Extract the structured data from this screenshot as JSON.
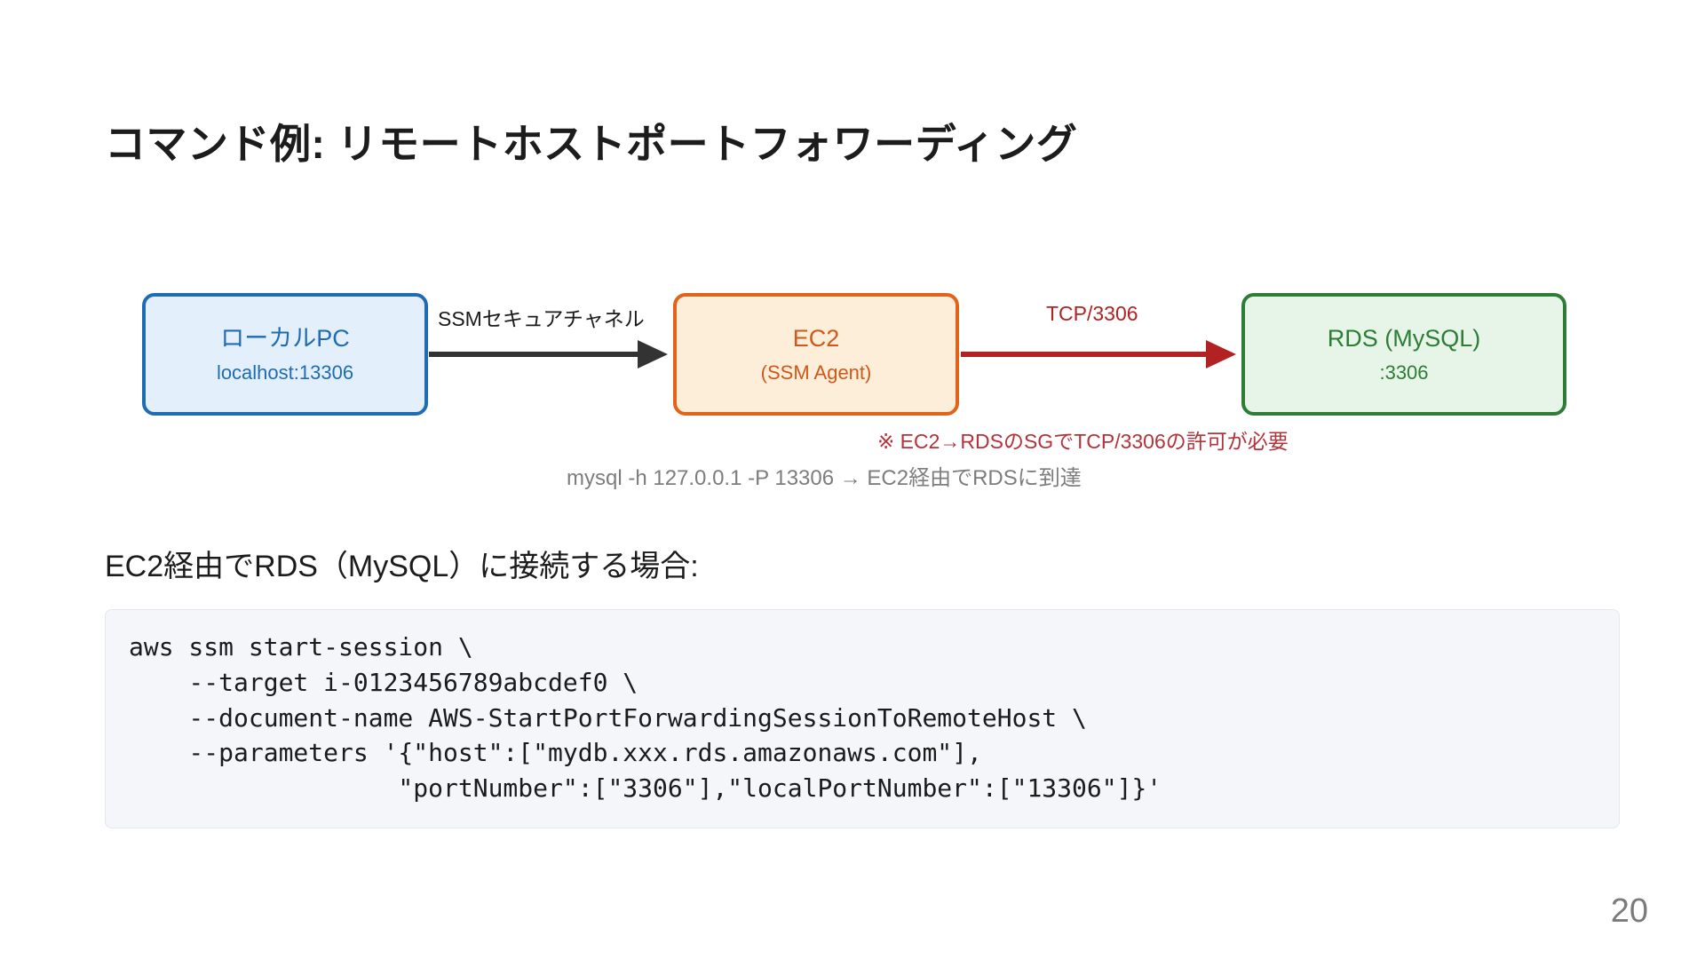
{
  "slide": {
    "title": "コマンド例: リモートホストポートフォワーディング",
    "page_number": "20",
    "section_caption": "EC2経由でRDS（MySQL）に接続する場合:"
  },
  "diagram": {
    "nodes": [
      {
        "id": "local-pc",
        "title": "ローカルPC",
        "subtitle": "localhost:13306",
        "border_color": "#1f6cb4",
        "fill_color": "#e3f0fb",
        "text_color": "#1f6cb4"
      },
      {
        "id": "ec2",
        "title": "EC2",
        "subtitle": "(SSM Agent)",
        "border_color": "#e2631a",
        "fill_color": "#fdeed9",
        "text_color": "#d2571a"
      },
      {
        "id": "rds",
        "title": "RDS (MySQL)",
        "subtitle": ":3306",
        "border_color": "#2d7d36",
        "fill_color": "#e7f4e8",
        "text_color": "#2d7d36"
      }
    ],
    "arrows": [
      {
        "id": "ssm-channel",
        "label": "SSMセキュアチャネル",
        "color": "#333333",
        "from": "local-pc",
        "to": "ec2"
      },
      {
        "id": "tcp-3306",
        "label": "TCP/3306",
        "color": "#b22222",
        "from": "ec2",
        "to": "rds"
      }
    ],
    "notes": {
      "sg_note": "※ EC2→RDSのSGでTCP/3306の許可が必要",
      "sg_note_color": "#b5323a",
      "mysql_note": "mysql -h 127.0.0.1 -P 13306 → EC2経由でRDSに到達",
      "mysql_note_color": "#7d7d7d"
    }
  },
  "code": {
    "language": "shell",
    "text": "aws ssm start-session \\\n    --target i-0123456789abcdef0 \\\n    --document-name AWS-StartPortForwardingSessionToRemoteHost \\\n    --parameters '{\"host\":[\"mydb.xxx.rds.amazonaws.com\"],\n                  \"portNumber\":[\"3306\"],\"localPortNumber\":[\"13306\"]}'",
    "background_color": "#f4f6fa",
    "border_color": "#e3e7ee"
  }
}
